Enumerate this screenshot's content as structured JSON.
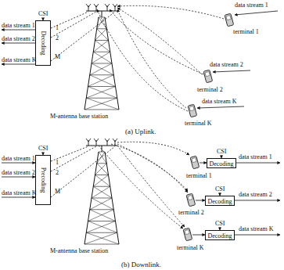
{
  "diagram": {
    "nodes": [
      {
        "text": [
          "Decoding"
        ]
      },
      {
        "text": [
          "Precoding"
        ]
      },
      {
        "text": [
          "Decoding"
        ]
      },
      {
        "text": [
          "Decoding"
        ]
      },
      {
        "text": [
          "Decoding"
        ]
      }
    ],
    "labels": [
      "CSI",
      "data stream 1",
      "data stream 2",
      "data stream K",
      "1",
      "2",
      "M",
      "M-antenna base station",
      "data stream 1",
      "terminal 1",
      "data stream 2",
      "terminal 2",
      "data stream K",
      "terminal K",
      "(a) Uplink.",
      "CSI",
      "data stream 1",
      "data stream 2",
      "data stream K",
      "1",
      "2",
      "M",
      "M-antenna base station",
      "CSI",
      "data stream 1",
      "terminal 1",
      "CSI",
      "data stream 2",
      "terminal 2",
      "CSI",
      "data stream K",
      "terminal K",
      "(b) Downlink."
    ]
  }
}
